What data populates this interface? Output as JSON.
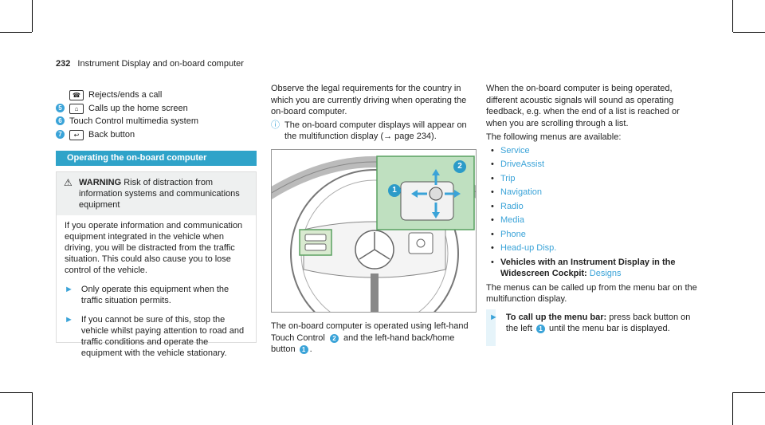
{
  "header": {
    "page_number": "232",
    "title": "Instrument Display and on-board computer"
  },
  "col1": {
    "items": [
      {
        "badge": "",
        "icon": "phone-end-icon",
        "text": "Rejects/ends a call"
      },
      {
        "badge": "5",
        "icon": "home-icon",
        "text": "Calls up the home screen"
      },
      {
        "badge": "6",
        "icon": "",
        "text": "Touch Control multimedia system"
      },
      {
        "badge": "7",
        "icon": "back-icon",
        "text": "Back button"
      }
    ],
    "section_title": "Operating the on-board computer",
    "warning": {
      "label": "WARNING",
      "head_text": "Risk of distraction from information systems and communications equipment",
      "body": "If you operate information and communication equipment integrated in the vehicle when driving, you will be distracted from the traffic situation. This could also cause you to lose control of the vehicle.",
      "step1": "Only operate this equipment when the traffic situation permits.",
      "step2": "If you cannot be sure of this, stop the vehicle whilst paying attention to road and traffic conditions and operate the equipment with the vehicle stationary."
    }
  },
  "col2": {
    "intro": "Observe the legal requirements for the country in which you are currently driving when operating the on-board computer.",
    "note": "The on-board computer displays will appear on the multifunction display (→ page 234).",
    "caption_a": "The on-board computer is operated using left-hand Touch Control",
    "caption_b": "and the left-hand back/home button",
    "badge_a": "2",
    "badge_b": "1",
    "figure_badges": [
      "1",
      "2"
    ]
  },
  "col3": {
    "intro": "When the on-board computer is being operated, different acoustic signals will sound as operating feedback, e.g. when the end of a list is reached or when you are scrolling through a list.",
    "menus_label": "The following menus are available:",
    "menus": [
      "Service",
      "DriveAssist",
      "Trip",
      "Navigation",
      "Radio",
      "Media",
      "Phone",
      "Head-up Disp."
    ],
    "last_menu_bold": "Vehicles with an Instrument Display in the Widescreen Cockpit:",
    "last_menu_link": "Designs",
    "menubar_text": "The menus can be called up from the menu bar on the multifunction display.",
    "step_bold": "To call up the menu bar:",
    "step_a": "press back button on the left",
    "step_badge": "1",
    "step_b": "until the menu bar is displayed."
  },
  "colors": {
    "accent": "#2fa3c9",
    "badge": "#3aa3d8"
  }
}
